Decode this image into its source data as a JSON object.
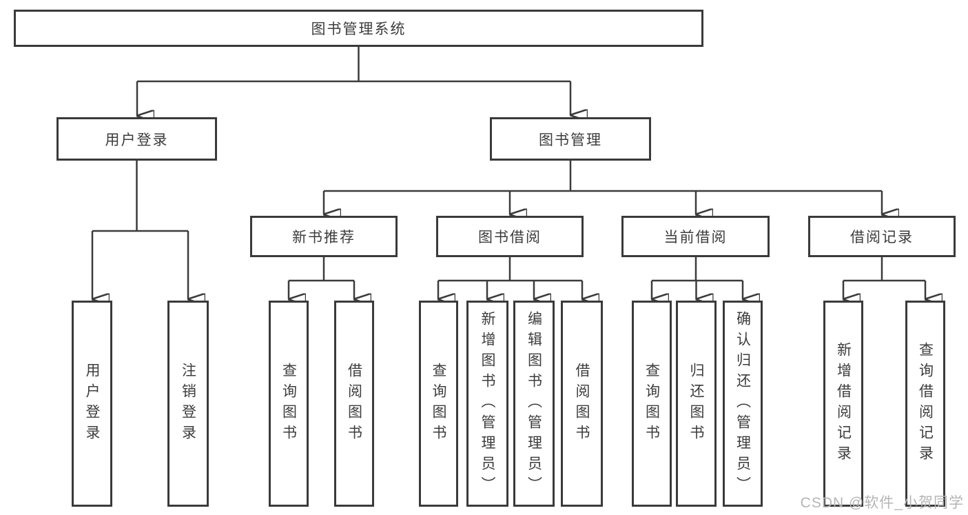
{
  "diagram": {
    "root": {
      "label": "图书管理系统"
    },
    "level2": [
      {
        "label": "用户登录"
      },
      {
        "label": "图书管理"
      }
    ],
    "level3": [
      {
        "label": "新书推荐"
      },
      {
        "label": "图书借阅"
      },
      {
        "label": "当前借阅"
      },
      {
        "label": "借阅记录"
      }
    ],
    "leaves": {
      "user_login": [
        {
          "label": "用户登录"
        },
        {
          "label": "注销登录"
        }
      ],
      "new_book": [
        {
          "label": "查询图书"
        },
        {
          "label": "借阅图书"
        }
      ],
      "book_borrow": [
        {
          "label": "查询图书"
        },
        {
          "label": "新增图书（管理员）"
        },
        {
          "label": "编辑图书（管理员）"
        },
        {
          "label": "借阅图书"
        }
      ],
      "current_borrow": [
        {
          "label": "查询图书"
        },
        {
          "label": "归还图书"
        },
        {
          "label": "确认归还（管理员）"
        }
      ],
      "borrow_records": [
        {
          "label": "新增借阅记录"
        },
        {
          "label": "查询借阅记录"
        }
      ]
    }
  },
  "watermark": {
    "text": "CSDN @软件_小贺同学"
  },
  "colors": {
    "line": "#3b3b3b",
    "border": "#3a3a3a",
    "text": "#3c3c3c",
    "box_background": "#ffffff",
    "page_background": "#ffffff",
    "watermark": "#b5b5b5"
  }
}
